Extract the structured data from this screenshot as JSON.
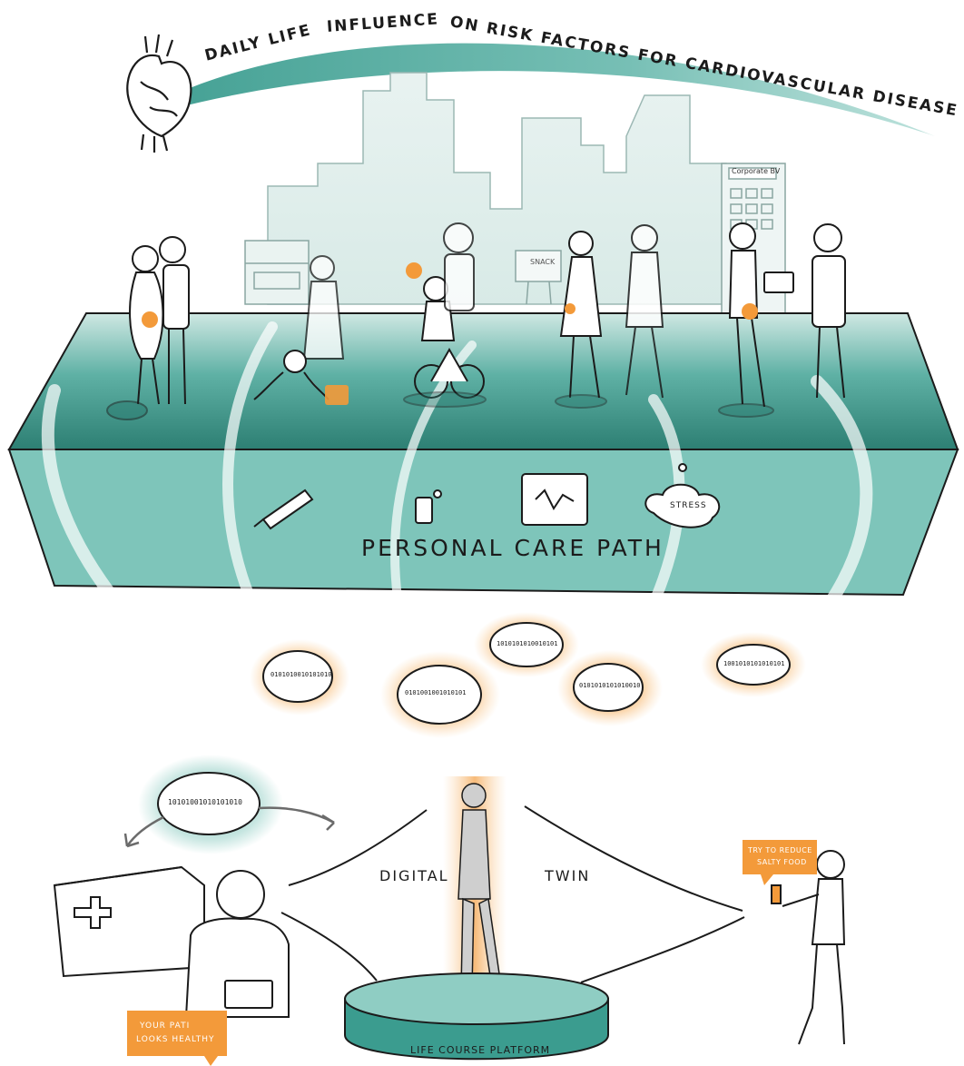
{
  "header": {
    "title_part1": "DAILY LIFE",
    "title_part2": "INFLUENCE",
    "title_part3": "ON RISK FACTORS FOR CARDIOVASCULAR DISEASE"
  },
  "scene": {
    "building_sign": "Corporate BV",
    "sign_text": "SNACK",
    "stress_cloud": "STRESS"
  },
  "platform": {
    "label": "PERSONAL CARE PATH"
  },
  "data_clouds": [
    {
      "text": "0101010010101010"
    },
    {
      "text": "0101001001010101"
    },
    {
      "text": "1010101010010101"
    },
    {
      "text": "0101010101010010"
    },
    {
      "text": "1001010101010101"
    }
  ],
  "twin": {
    "left_label": "DIGITAL",
    "right_label": "TWIN",
    "platform_label": "LIFE COURSE PLATFORM"
  },
  "hospital_cloud": {
    "text": "10101001010101010"
  },
  "doctor_bubble": {
    "line1": "YOUR PATI",
    "line2": "LOOKS HEALTHY"
  },
  "patient_bubble": {
    "line1": "TRY TO REDUCE",
    "line2": "SALTY FOOD"
  },
  "colors": {
    "teal": "#3b9c8f",
    "teal_light": "#8fcdc3",
    "teal_dark": "#2a7a6f",
    "orange": "#f39a3a",
    "ink": "#1b1b1b"
  }
}
